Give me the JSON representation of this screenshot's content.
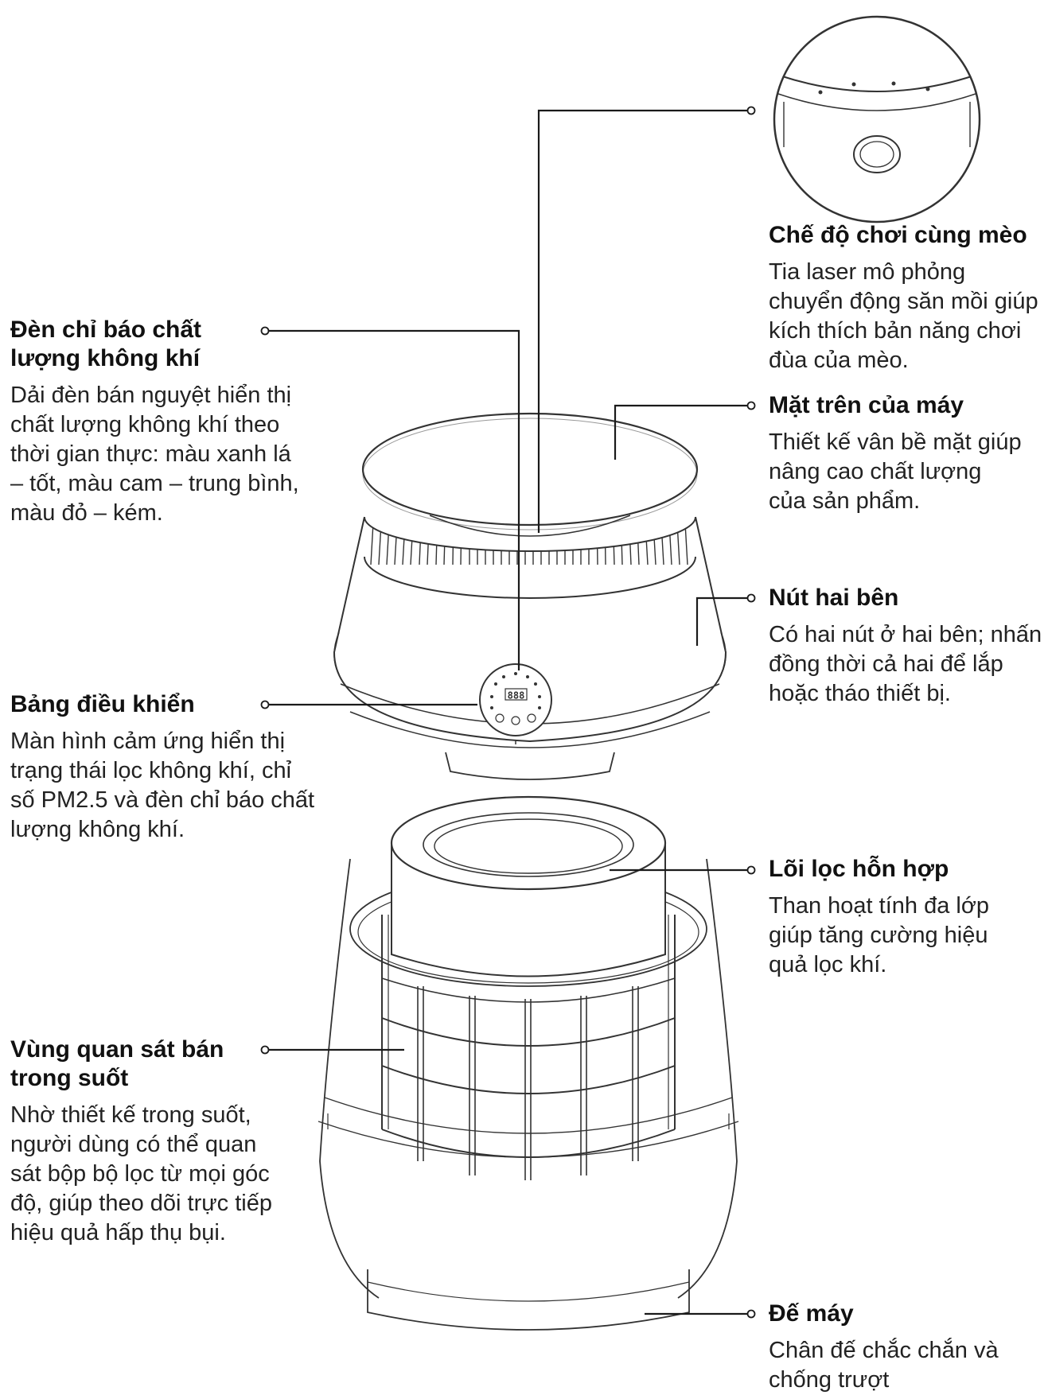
{
  "callouts": {
    "laser": {
      "title": "Chế độ chơi cùng mèo",
      "desc": "Tia laser mô phỏng chuyển động săn mồi giúp kích thích bản năng chơi đùa của mèo."
    },
    "indicator": {
      "title": "Đèn chỉ báo chất lượng không khí",
      "desc": "Dải đèn bán nguyệt hiển thị chất lượng không khí theo thời gian thực: màu xanh lá – tốt, màu cam – trung bình, màu đỏ – kém."
    },
    "top_surface": {
      "title": "Mặt trên của máy",
      "desc": "Thiết kế vân bề mặt giúp nâng cao chất lượng của sản phẩm."
    },
    "side_buttons": {
      "title": "Nút hai bên",
      "desc": "Có hai nút ở hai bên; nhấn đồng thời cả hai để lắp hoặc tháo thiết bị."
    },
    "control_panel": {
      "title": "Bảng điều khiển",
      "desc": "Màn hình cảm ứng hiển thị trạng thái lọc không khí, chỉ số PM2.5 và đèn chỉ báo chất lượng không khí."
    },
    "filter_core": {
      "title": "Lõi lọc hỗn hợp",
      "desc": "Than hoạt tính đa lớp giúp tăng cường hiệu quả lọc khí."
    },
    "observation_zone": {
      "title": "Vùng quan sát bán trong suốt",
      "desc": "Nhờ thiết kế trong suốt, người dùng có thể quan sát bộp bộ lọc từ mọi góc độ, giúp theo dõi trực tiếp hiệu quả hấp thụ bụi."
    },
    "base": {
      "title": "Đế máy",
      "desc": "Chân đế chắc chắn và chống trượt"
    }
  },
  "panel_display": "888"
}
